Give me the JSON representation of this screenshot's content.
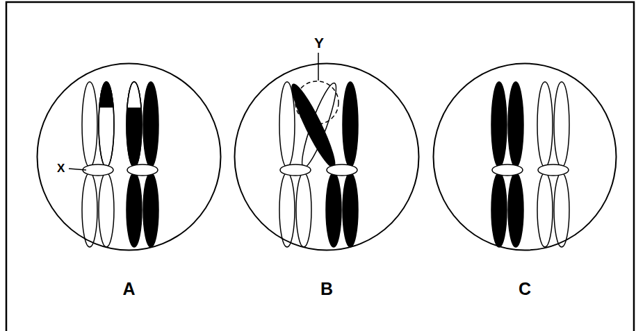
{
  "diagram": {
    "nodes": [
      {
        "text": [
          "A"
        ]
      },
      {
        "text": [
          "B"
        ]
      },
      {
        "text": [
          "C"
        ]
      }
    ],
    "labels": [
      "X",
      "Y"
    ]
  }
}
